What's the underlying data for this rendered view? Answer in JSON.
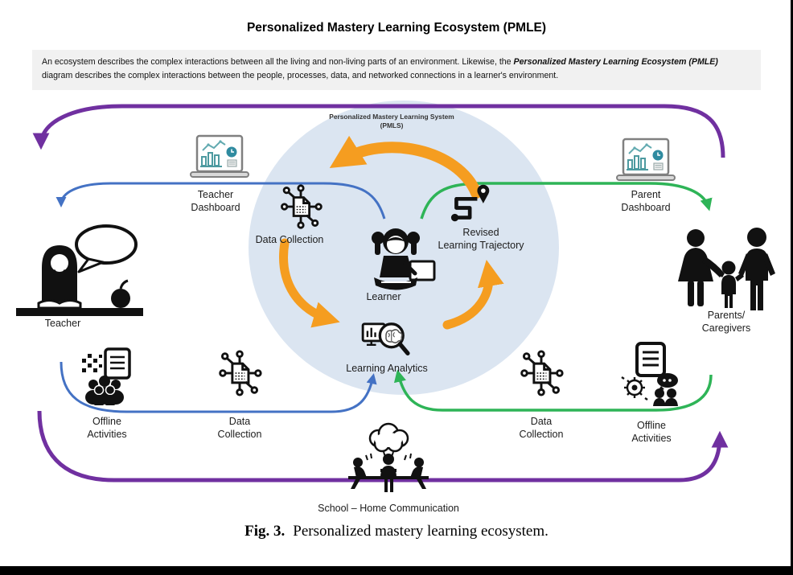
{
  "title": "Personalized Mastery Learning Ecosystem (PMLE)",
  "note": {
    "part1": "An ecosystem describes the complex interactions between all the living and non-living parts of an environment. Likewise, the ",
    "highlight": "Personalized Mastery Learning Ecosystem (PMLE)",
    "part2": " diagram describes the complex interactions between the people, processes, data, and networked connections in a learner's environment."
  },
  "center_system": {
    "line1": "Personalized Mastery Learning System",
    "line2": "(PMLS)"
  },
  "labels": {
    "teacher_dashboard": [
      "Teacher",
      "Dashboard"
    ],
    "parent_dashboard": [
      "Parent",
      "Dashboard"
    ],
    "teacher": [
      "Teacher"
    ],
    "parents": [
      "Parents/",
      "Caregivers"
    ],
    "data_collection_center": [
      "Data Collection"
    ],
    "learner": [
      "Learner"
    ],
    "revised_trajectory": [
      "Revised",
      "Learning Trajectory"
    ],
    "learning_analytics": [
      "Learning Analytics"
    ],
    "offline_left": [
      "Offline",
      "Activities"
    ],
    "data_collection_left": [
      "Data",
      "Collection"
    ],
    "data_collection_right": [
      "Data",
      "Collection"
    ],
    "offline_right": [
      "Offline",
      "Activities"
    ],
    "school_home": [
      "School – Home Communication"
    ]
  },
  "caption": {
    "figure": "Fig. 3.",
    "text": "Personalized mastery learning ecosystem."
  },
  "colors": {
    "purple": "#7030a0",
    "blue": "#4472c4",
    "green": "#2eb457",
    "orange": "#f59d20",
    "circle_fill": "#dbe5f1",
    "note_bg": "#f1f1f1"
  }
}
